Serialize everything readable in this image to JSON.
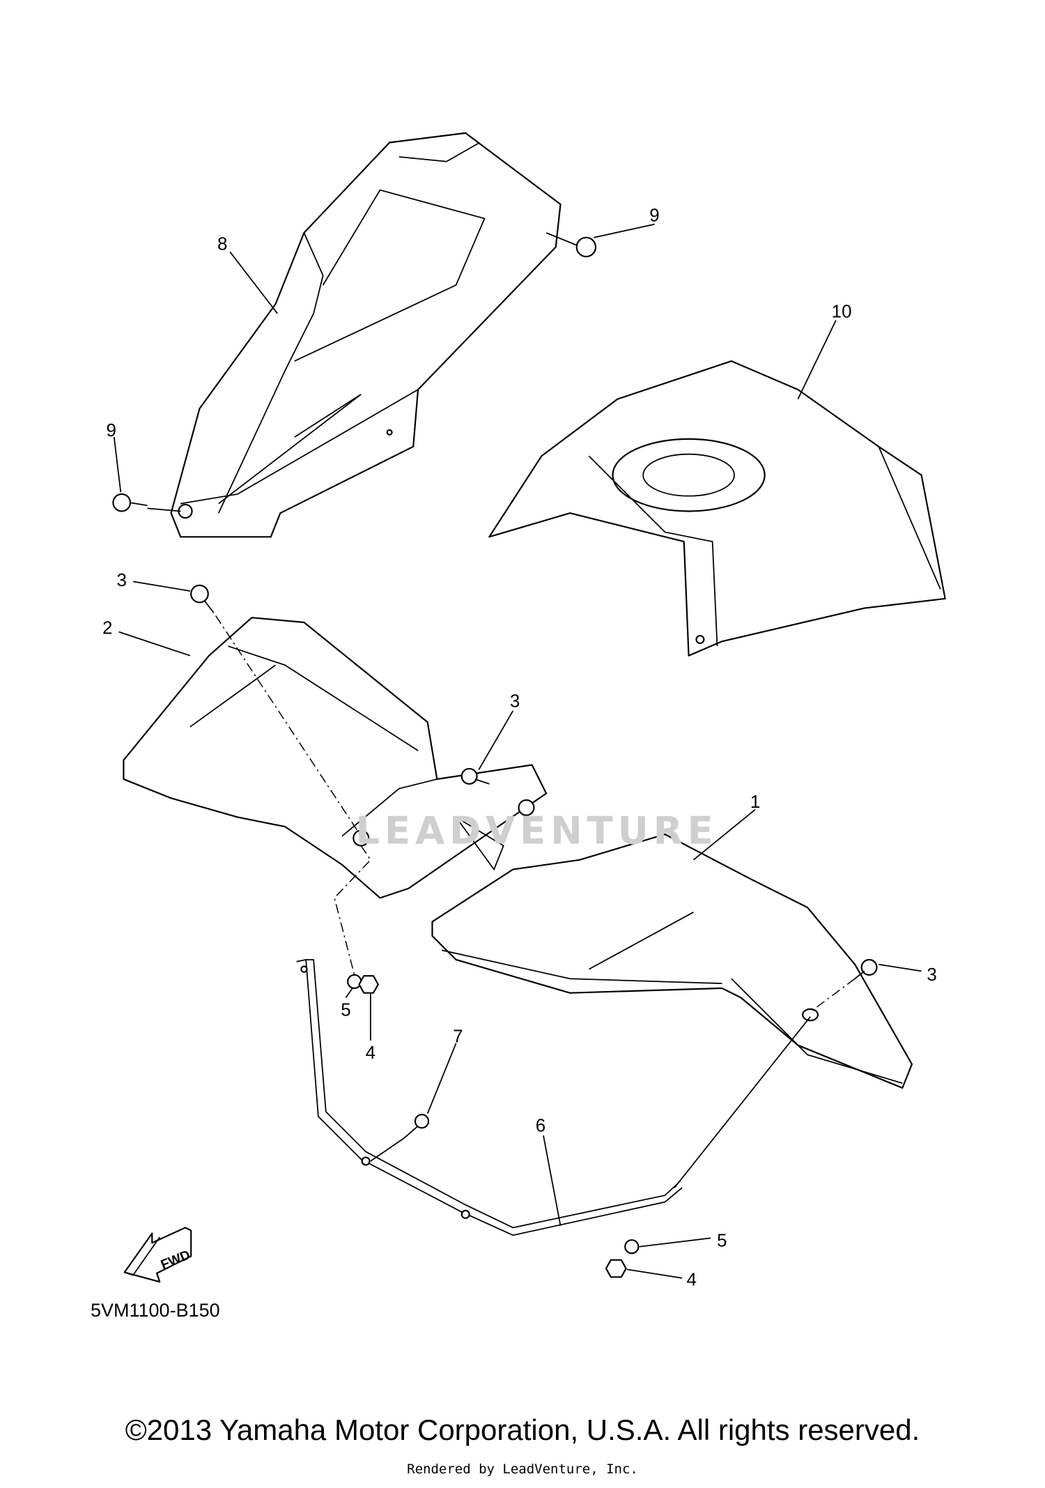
{
  "diagram": {
    "callouts": [
      {
        "id": "callout-8",
        "label": "8"
      },
      {
        "id": "callout-9a",
        "label": "9"
      },
      {
        "id": "callout-10",
        "label": "10"
      },
      {
        "id": "callout-9b",
        "label": "9"
      },
      {
        "id": "callout-3a",
        "label": "3"
      },
      {
        "id": "callout-2",
        "label": "2"
      },
      {
        "id": "callout-3b",
        "label": "3"
      },
      {
        "id": "callout-1",
        "label": "1"
      },
      {
        "id": "callout-3c",
        "label": "3"
      },
      {
        "id": "callout-5a",
        "label": "5"
      },
      {
        "id": "callout-4a",
        "label": "4"
      },
      {
        "id": "callout-7",
        "label": "7"
      },
      {
        "id": "callout-6",
        "label": "6"
      },
      {
        "id": "callout-5b",
        "label": "5"
      },
      {
        "id": "callout-4b",
        "label": "4"
      }
    ],
    "fwd_label": "FWD",
    "diagram_code": "5VM1100-B150",
    "watermark": "LEADVENTURE"
  },
  "footer": {
    "copyright": "©2013 Yamaha Motor Corporation, U.S.A. All rights reserved.",
    "rendered_by": "Rendered by LeadVenture, Inc."
  }
}
